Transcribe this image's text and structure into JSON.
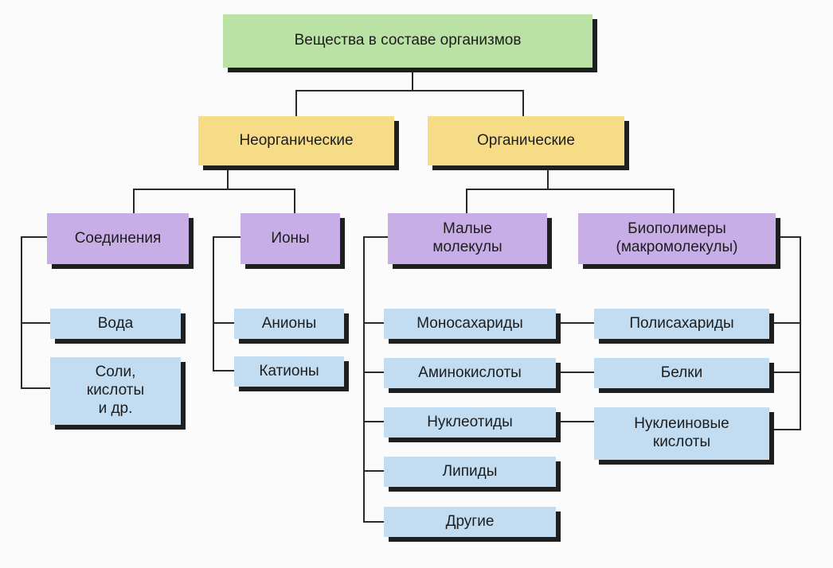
{
  "root": "Вещества в составе организмов",
  "inorganic": {
    "title": "Неорганические",
    "compounds": {
      "title": "Соединения",
      "items": [
        "Вода",
        "Соли,\nкислоты\nи др."
      ]
    },
    "ions": {
      "title": "Ионы",
      "items": [
        "Анионы",
        "Катионы"
      ]
    }
  },
  "organic": {
    "title": "Органические",
    "small": {
      "title": "Малые\nмолекулы",
      "items": [
        "Моносахариды",
        "Аминокислоты",
        "Нуклеотиды",
        "Липиды",
        "Другие"
      ]
    },
    "biopolymers": {
      "title": "Биополимеры\n(макромолекулы)",
      "items": [
        "Полисахариды",
        "Белки",
        "Нуклеиновые\nкислоты"
      ]
    }
  },
  "colors": {
    "root": "#b9e2a4",
    "level1": "#f7dc87",
    "level2": "#c8aee6",
    "leaf": "#c2ddf2",
    "shadow": "#1f1f1f"
  }
}
